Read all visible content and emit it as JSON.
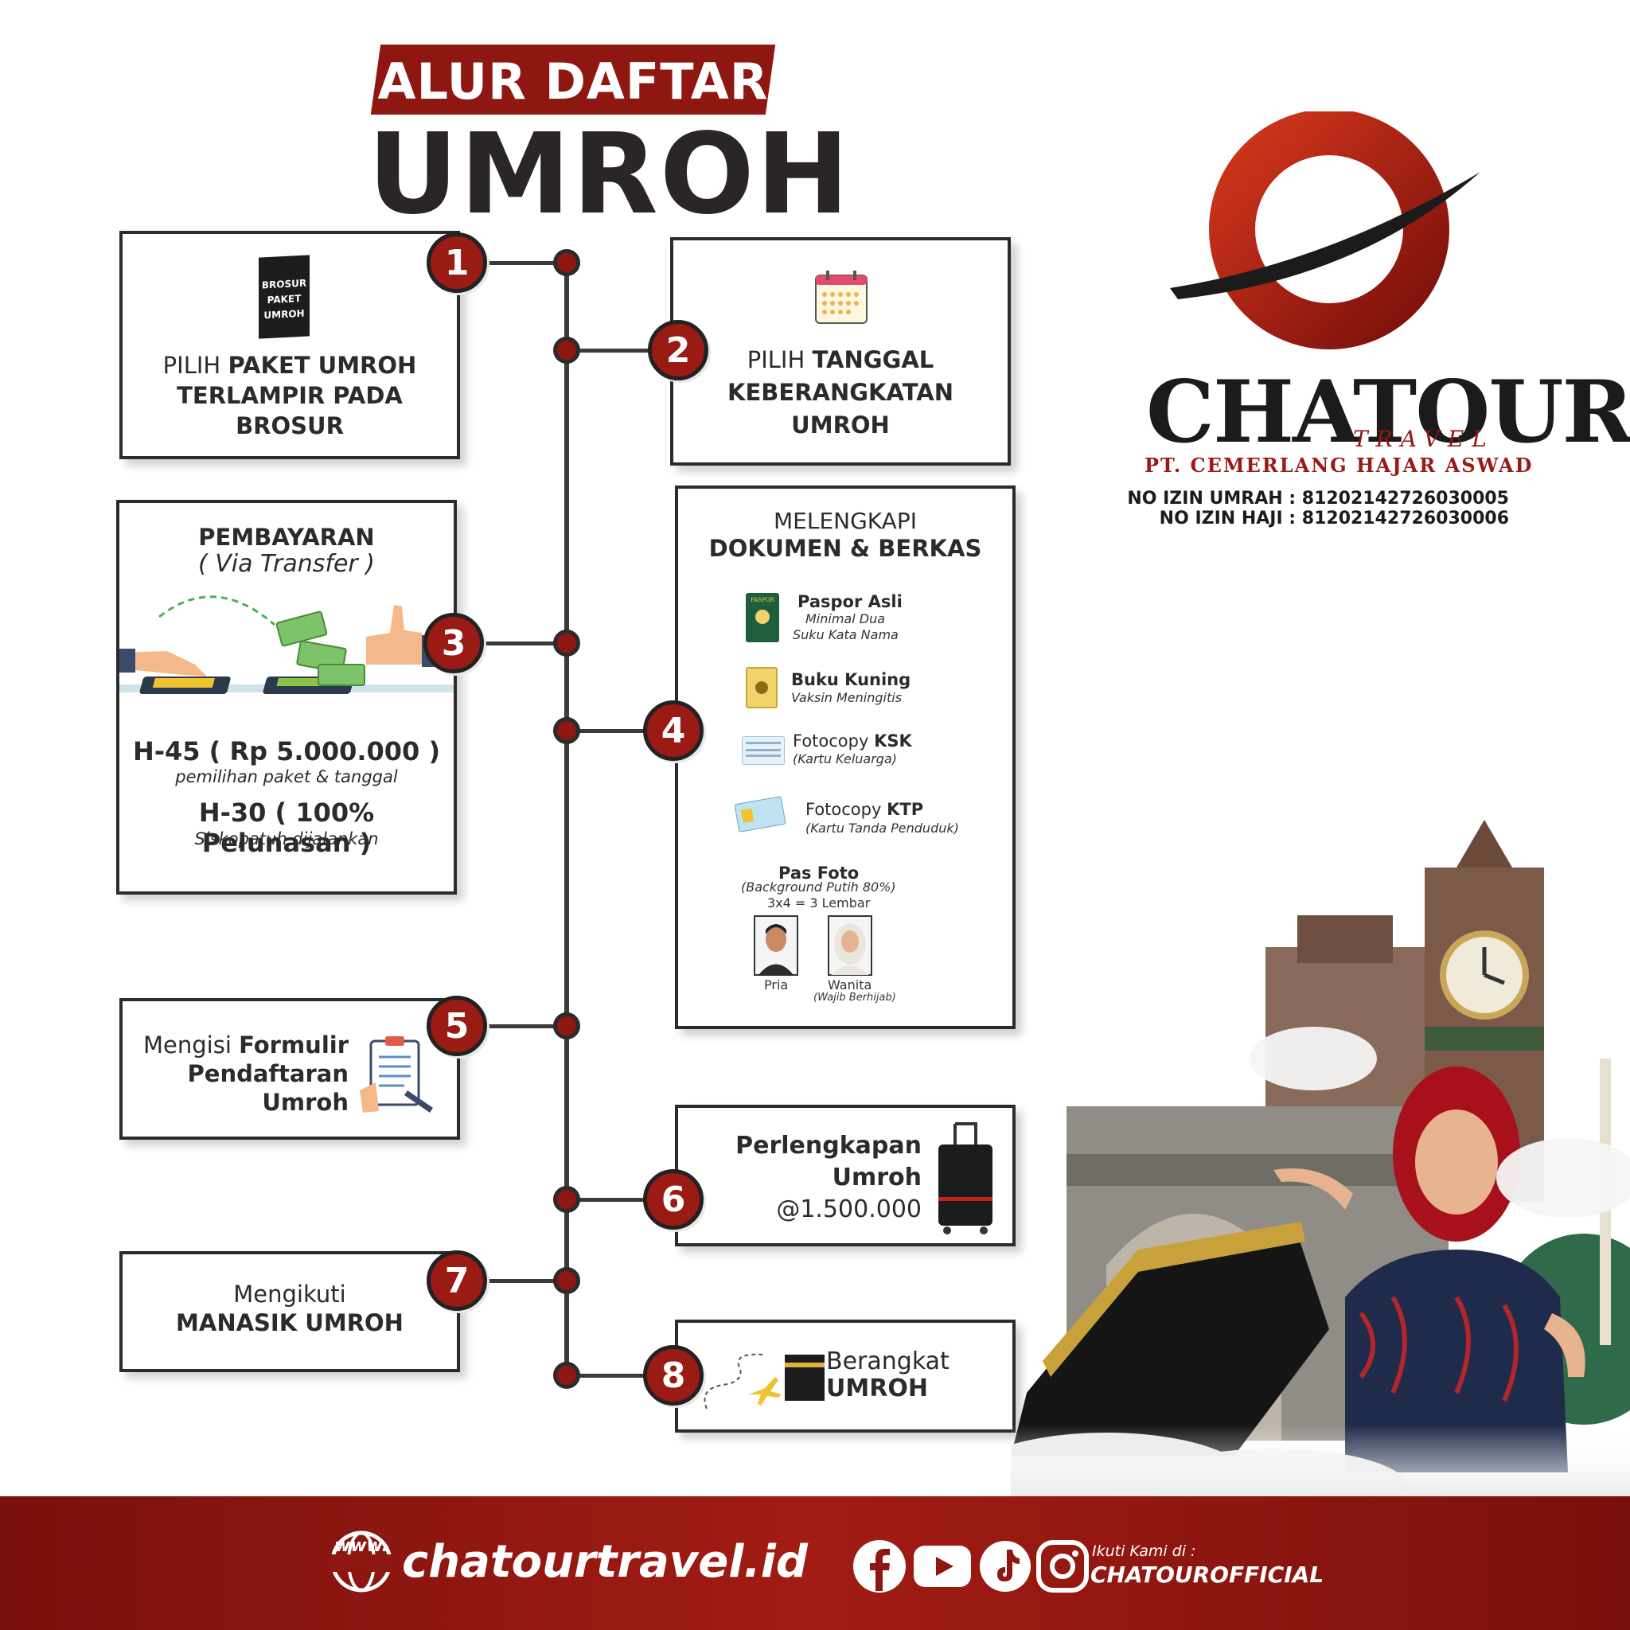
{
  "title": {
    "top": "ALUR DAFTAR",
    "main": "UMROH"
  },
  "steps": {
    "s1": {
      "num": "1",
      "pre": "PILIH ",
      "bold1": "PAKET UMROH",
      "line2": "TERLAMPIR PADA",
      "line3": "BROSUR",
      "brosur_icon": [
        "BROSUR",
        "PAKET",
        "UMROH"
      ]
    },
    "s2": {
      "num": "2",
      "pre": "PILIH ",
      "bold1": "TANGGAL",
      "line2": "KEBERANGKATAN",
      "line3": "UMROH"
    },
    "s3": {
      "num": "3",
      "heading": "PEMBAYARAN",
      "sub": "( Via Transfer )",
      "p1": "H-45 ( Rp 5.000.000 )",
      "p1_sub": "pemilihan paket & tanggal",
      "p2": "H-30 ( 100% Pelunasan )",
      "p2_sub": "Siskopatuh dijalankan"
    },
    "s4": {
      "num": "4",
      "heading_light": "MELENGKAPI",
      "heading": "DOKUMEN & BERKAS",
      "docs": [
        {
          "title": "Paspor Asli",
          "sub1": "Minimal Dua",
          "sub2": "Suku Kata Nama",
          "icon_label": "PASPOR"
        },
        {
          "title": "Buku Kuning",
          "sub1": "Vaksin Meningitis"
        },
        {
          "pre": "Fotocopy ",
          "title": "KSK",
          "sub1": "(Kartu Keluarga)"
        },
        {
          "pre": "Fotocopy ",
          "title": "KTP",
          "sub1": "(Kartu Tanda Penduduk)"
        }
      ],
      "photo": {
        "title": "Pas Foto",
        "sub": "(Background Putih 80%)",
        "size": "3x4 = 3 Lembar",
        "male": "Pria",
        "female": "Wanita",
        "female_note": "(Wajib Berhijab)"
      }
    },
    "s5": {
      "num": "5",
      "pre": "Mengisi ",
      "bold1": "Formulir",
      "line2": "Pendaftaran",
      "line3": "Umroh"
    },
    "s6": {
      "num": "6",
      "line1": "Perlengkapan",
      "line2": "Umroh",
      "price": "@1.500.000"
    },
    "s7": {
      "num": "7",
      "line1": "Mengikuti",
      "line2": "MANASIK UMROH"
    },
    "s8": {
      "num": "8",
      "line1": "Berangkat",
      "line2": "UMROH"
    }
  },
  "brand": {
    "name": "CHATOUR",
    "travel": "TRAVEL",
    "company": "PT. CEMERLANG HAJAR ASWAD",
    "izin_umrah": "NO IZIN UMRAH : 81202142726030005",
    "izin_haji": "NO IZIN HAJI : 81202142726030006",
    "colors": {
      "primary": "#8e1712",
      "dark": "#1b1b1b"
    }
  },
  "footer": {
    "website": "chatourtravel.id",
    "www": "www.",
    "follow_label": "Ikuti Kami di :",
    "handle": "CHATOUROFFICIAL",
    "icons": [
      "globe-icon",
      "facebook-icon",
      "youtube-icon",
      "tiktok-icon",
      "instagram-icon"
    ]
  }
}
